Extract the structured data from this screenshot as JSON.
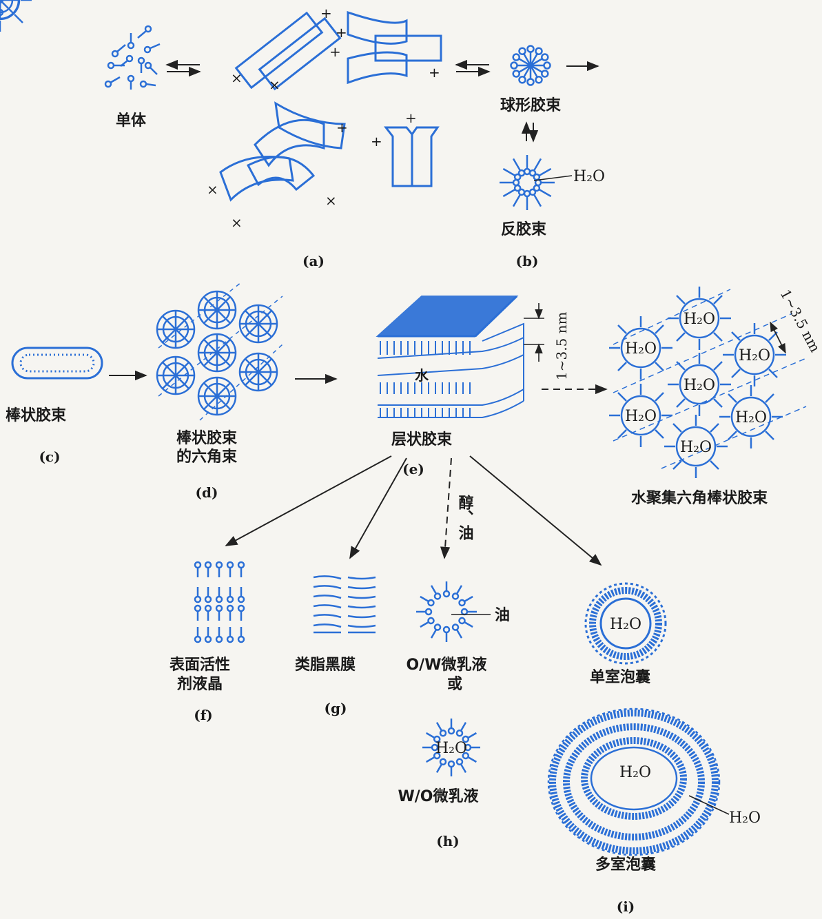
{
  "figure": {
    "labels": {
      "monomer": "单体",
      "spherical_micelle": "球形胶束",
      "reverse_micelle": "反胶束",
      "h2o": "H₂O",
      "rod_micelle": "棒状胶束",
      "hex_bundle_line1": "棒状胶束",
      "hex_bundle_line2": "的六角束",
      "lamellar_micelle": "层状胶束",
      "water": "水",
      "thickness_a": "1~3.5 nm",
      "thickness_b": "1~3.5 nm",
      "water_hex_rod": "水聚集六角棒状胶束",
      "alcohol_oil": "醇、油",
      "surfactant_lc_line1": "表面活性",
      "surfactant_lc_line2": "剂液晶",
      "lipid_bilayer": "类脂黑膜",
      "ow_microemulsion": "O/W微乳液",
      "or_word": "或",
      "oil": "油",
      "wo_microemulsion": "W/O微乳液",
      "unilamellar_vesicle": "单室泡囊",
      "multilamellar_vesicle": "多室泡囊"
    },
    "captions": {
      "a": "(a)",
      "b": "(b)",
      "c": "(c)",
      "d": "(d)",
      "e": "(e)",
      "f": "(f)",
      "g": "(g)",
      "h": "(h)",
      "i": "(i)"
    },
    "colors": {
      "ink": "#2b6fd6",
      "text": "#1a1a1a",
      "background": "#f6f5f1"
    }
  }
}
